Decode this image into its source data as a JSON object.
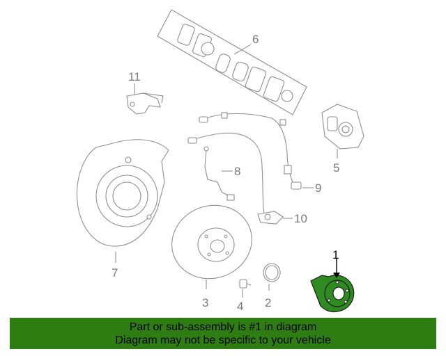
{
  "callouts": {
    "c1": "1",
    "c2": "2",
    "c3": "3",
    "c4": "4",
    "c5": "5",
    "c6": "6",
    "c7": "7",
    "c8": "8",
    "c9": "9",
    "c10": "10",
    "c11": "11"
  },
  "highlight_color": "#2e7d12",
  "banner": {
    "line1": "Part or sub-assembly is #1 in diagram",
    "line2": "Diagram may not be specific to your vehicle"
  }
}
